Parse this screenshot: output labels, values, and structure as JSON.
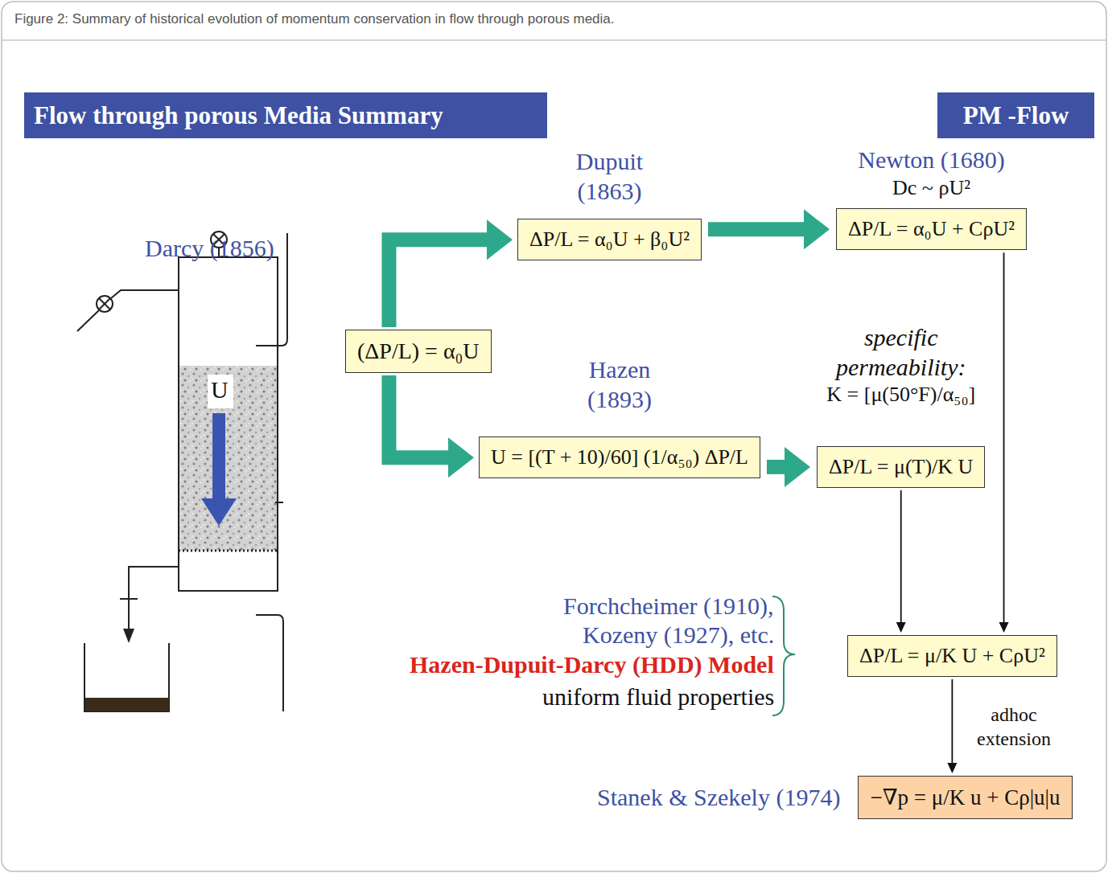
{
  "diagram": {
    "caption": "Figure 2: Summary of historical evolution of momentum conservation in flow through porous media.",
    "nodes": [
      {
        "text": [
          "Flow through porous Media Summary"
        ]
      },
      {
        "text": [
          "PM -Flow"
        ]
      },
      {
        "text": [
          "(ΔP/L) = α₀U"
        ]
      },
      {
        "text": [
          "Dupuit (1863)",
          "ΔP/L = α₀U + β₀U²"
        ]
      },
      {
        "text": [
          "Newton (1680)",
          "Dc ~ ρU²",
          "ΔP/L = α₀U + CρU²"
        ]
      },
      {
        "text": [
          "Hazen (1893)",
          "U = [(T + 10)/60] (1/α₅₀) ΔP/L"
        ]
      },
      {
        "text": [
          "specific permeability:",
          "K = [μ(50°F)/α₅₀]",
          "ΔP/L = μ(T)/K U"
        ]
      },
      {
        "text": [
          "ΔP/L = μ/K U + CρU²"
        ]
      },
      {
        "text": [
          "Stanek & Szekely (1974)",
          "−∇p = μ/K u + Cρ|u|u"
        ]
      }
    ],
    "edges": [
      {
        "from": 2,
        "to": 3,
        "arrow": "to"
      },
      {
        "from": 2,
        "to": 5,
        "arrow": "to"
      },
      {
        "from": 3,
        "to": 4,
        "arrow": "to"
      },
      {
        "from": 5,
        "to": 6,
        "arrow": "to"
      },
      {
        "from": 6,
        "to": 7,
        "arrow": "to"
      },
      {
        "from": 4,
        "to": 7,
        "arrow": "to"
      },
      {
        "from": 7,
        "to": 8,
        "label": "adhoc extension",
        "arrow": "to"
      }
    ],
    "labels": [
      "Darcy (1856)",
      "U",
      "Forchcheimer (1910),",
      "Kozeny (1927), etc.",
      "Hazen-Dupuit-Darcy (HDD) Model",
      "uniform fluid properties"
    ]
  }
}
